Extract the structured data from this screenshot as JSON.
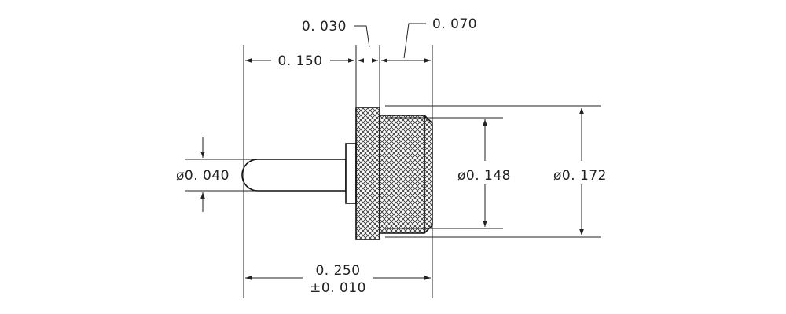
{
  "colors": {
    "line": "#222222",
    "background": "#ffffff",
    "hatch": "#333333"
  },
  "dimensions": {
    "flange_thickness": "0. 030",
    "body_length": "0. 070",
    "pin_offset": "0. 150",
    "pin_diameter": "ø0. 040",
    "body_diameter": "ø0. 148",
    "flange_diameter": "ø0. 172",
    "overall_length": "0. 250",
    "overall_tolerance": "±0. 010"
  }
}
